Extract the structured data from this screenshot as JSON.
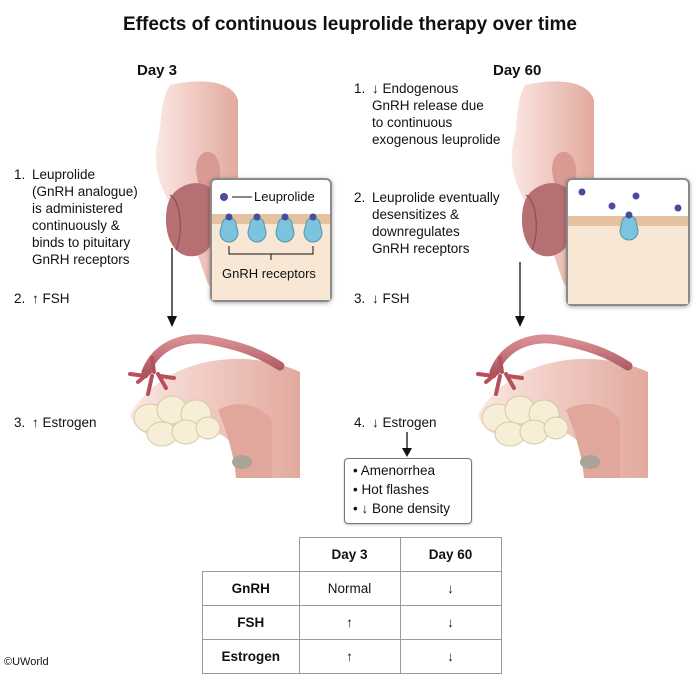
{
  "title": "Effects of continuous leuprolide therapy over time",
  "columns": {
    "left": "Day 3",
    "right": "Day 60"
  },
  "left_steps": [
    {
      "num": "1.",
      "text": "Leuprolide\n(GnRH analogue)\nis administered\ncontinuously &\nbinds to pituitary\nGnRH receptors"
    },
    {
      "num": "2.",
      "text": "↑ FSH"
    },
    {
      "num": "3.",
      "text": "↑ Estrogen"
    }
  ],
  "right_steps": [
    {
      "num": "1.",
      "text": "↓ Endogenous\nGnRH release due\nto continuous\nexogenous leuprolide"
    },
    {
      "num": "2.",
      "text": "Leuprolide eventually\ndesensitizes &\ndownregulates\nGnRH receptors"
    },
    {
      "num": "3.",
      "text": "↓ FSH"
    },
    {
      "num": "4.",
      "text": "↓ Estrogen"
    }
  ],
  "inset_labels": {
    "leuprolide": "Leuprolide",
    "receptors": "GnRH receptors"
  },
  "effects": [
    "Amenorrhea",
    "Hot flashes",
    "↓ Bone density"
  ],
  "bullet": "•",
  "table": {
    "headers": [
      "Day 3",
      "Day 60"
    ],
    "rows": [
      {
        "label": "GnRH",
        "day3": "Normal",
        "day60": "↓"
      },
      {
        "label": "FSH",
        "day3": "↑",
        "day60": "↓"
      },
      {
        "label": "Estrogen",
        "day3": "↑",
        "day60": "↓"
      }
    ]
  },
  "copyright": "©UWorld",
  "colors": {
    "tissue": "#e9b7ad",
    "pituitary": "#b66f73",
    "receptor": "#7cc3dd",
    "ligand": "#4a4aa0",
    "membrane": "#e5c29f"
  }
}
